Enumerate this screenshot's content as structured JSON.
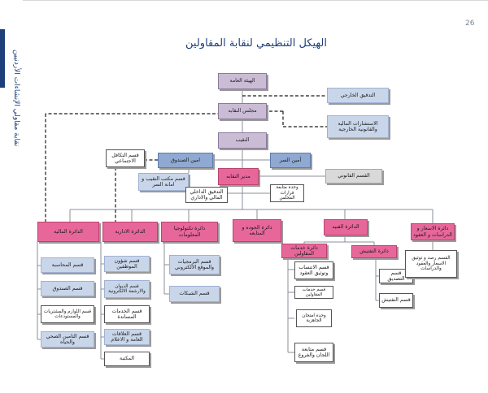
{
  "page": {
    "number": "26",
    "side_title": "نقابة مقاولي الإنشاءات الأردنيين",
    "title": "الهيكل التنظيمي لنقابة المقاولين"
  },
  "colors": {
    "lavender": "#cbbcd6",
    "pink": "#e8679a",
    "blue": "#8fa9d2",
    "light_blue": "#c9d6ea",
    "grey": "#d9d9d9",
    "brand": "#1f3f7a"
  },
  "nodes": {
    "general_assembly": "الهيئة العامة",
    "syndicate_council": "مجلس النقابه",
    "president": "النقيب",
    "external_audit": "التدقيق الخارجي",
    "legal_financial_consulting": "الاستشارات المالية والقانونية الخارجية",
    "treasurer": "امين الصندوق",
    "social_solidarity_fund": "قسم التكافل الاجتماعي",
    "secretary": "أمين السر",
    "president_office": "قسم مكتب النقيب و امانة السر",
    "director": "مدير النقابه",
    "legal_section": "القسم القانوني",
    "council_decisions_followup": "وحدة متابعة قرارات المجلس",
    "internal_audit": "التدقيق الداخلي المالي والاداري",
    "financial_dept": "الدائرة المالية",
    "accounting": "قسم المحاسبة",
    "fund_section": "قسم الصندوق",
    "supplies_warehouses": "قسم اللوازم والمشتريات والمستودعات",
    "health_life_insurance": "قسم التامين الصحي والحياه",
    "admin_dept": "الدائرة الادارية",
    "hr_section": "قسم شؤون الموظفين",
    "diwan_archive": "قسم الديوان والارشفة الالكترونية",
    "support_services": "قسم الخدمات المساندة",
    "pr_media": "قسم العلاقات العامة و الاعلام",
    "library": "المكتبة",
    "it_dept": "دائرة تكنولوجيا المعلومات",
    "software_website": "قسم البرمجيات والموقع الالكتروني",
    "networks": "قسم الشبكات",
    "quality_dept": "دائرة الجوده و المتابعه",
    "technical_dept": "الدائرة الفنيه",
    "contractor_services_dept": "دائرة خدمات المقاولين",
    "membership_contracts": "قسم الانتساب وتوثيق العقود",
    "contractor_services_section": "قسم خدمات المقاولين",
    "exams_unit": "وحدة امتحان الجاهزية",
    "committees_branches": "قسم متابعة اللجان والفروع",
    "inspection_dept": "دائرة التفتيش",
    "certification": "قسم التصديق",
    "inspection_section": "قسم التفتيش",
    "pricing_studies_dept": "دائرة الاسعار و الدراسات و العقود",
    "pricing_monitoring": "القسم رصد و توثيق الاسعار والعقود والدراسات"
  }
}
